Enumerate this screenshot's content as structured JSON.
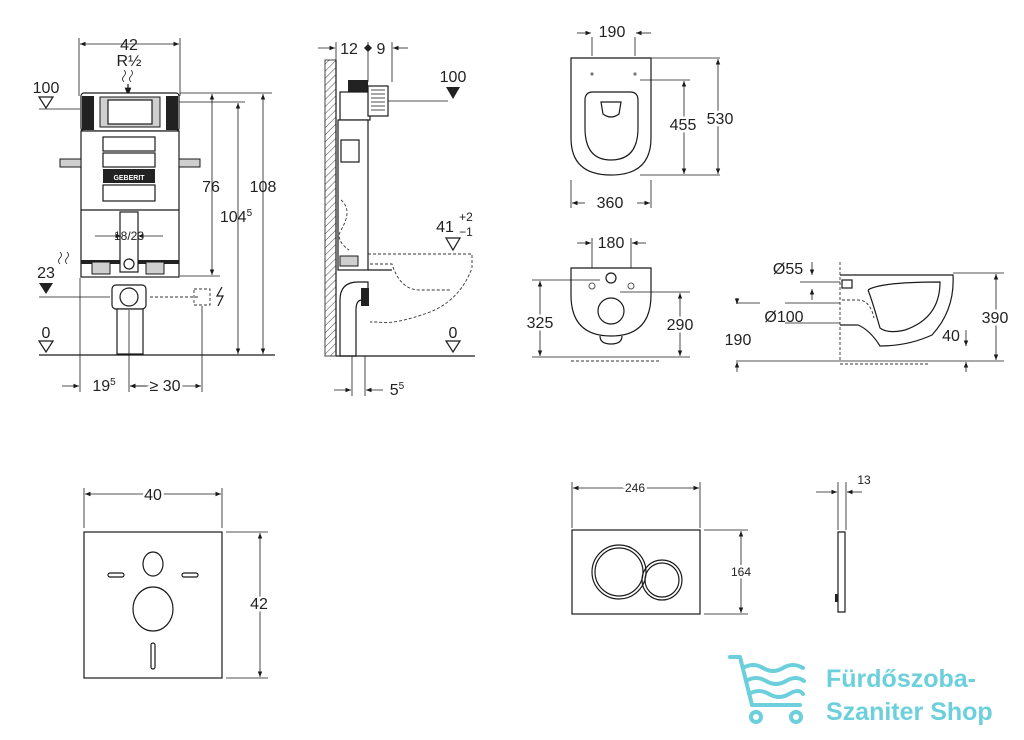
{
  "frame": {
    "width": "42",
    "thread": "R½",
    "height_108": "108",
    "height_104": "104",
    "height_104_sup": "5",
    "height_76": "76",
    "level_100": "100",
    "level_23": "23",
    "level_0": "0",
    "pipe": "18/23",
    "offset_19": "19",
    "offset_19_sup": "5",
    "offset_30": "≥ 30"
  },
  "side": {
    "d12": "12",
    "d9": "9",
    "level_100": "100",
    "d41": "41",
    "tol_plus": "+2",
    "tol_minus": "−1",
    "level_0": "0",
    "d5": "5",
    "d5_sup": "5"
  },
  "bowl_top": {
    "w190": "190",
    "l455": "455",
    "l530": "530",
    "w360": "360"
  },
  "bowl_front": {
    "w180": "180",
    "h325": "325",
    "h290": "290"
  },
  "bowl_side": {
    "d55": "Ø55",
    "d100": "Ø100",
    "h190": "190",
    "h40": "40",
    "h390": "390"
  },
  "plate": {
    "width": "40",
    "height": "42"
  },
  "button": {
    "width": "246",
    "height": "164",
    "depth": "13"
  },
  "watermark": {
    "line1": "Fürdőszoba-",
    "line2": "Szaniter Shop"
  }
}
